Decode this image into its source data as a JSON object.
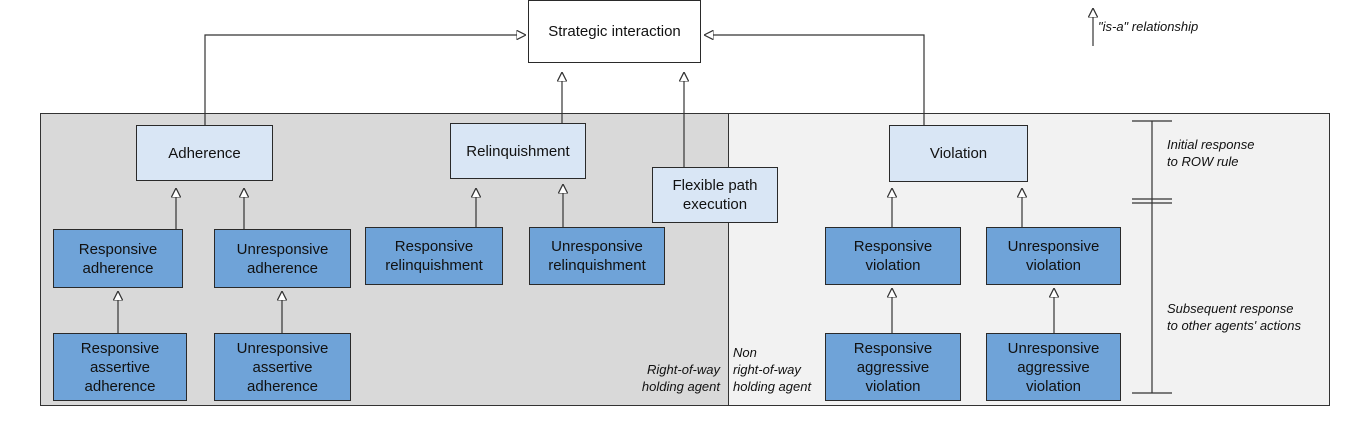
{
  "legend": {
    "label": "\"is-a\" relationship"
  },
  "nodes": {
    "strategic_interaction": "Strategic interaction",
    "adherence": "Adherence",
    "relinquishment": "Relinquishment",
    "flexible_path": "Flexible path\nexecution",
    "violation": "Violation",
    "responsive_adherence": "Responsive\nadherence",
    "unresponsive_adherence": "Unresponsive\nadherence",
    "responsive_relinquishment": "Responsive\nrelinquishment",
    "unresponsive_relinquishment": "Unresponsive\nrelinquishment",
    "responsive_violation": "Responsive\nviolation",
    "unresponsive_violation": "Unresponsive\nviolation",
    "responsive_assertive_adherence": "Responsive\nassertive\nadherence",
    "unresponsive_assertive_adherence": "Unresponsive\nassertive\nadherence",
    "responsive_aggressive_violation": "Responsive\naggressive\nviolation",
    "unresponsive_aggressive_violation": "Unresponsive\naggressive\nviolation"
  },
  "region_labels": {
    "row_holding": "Right-of-way\nholding agent",
    "non_row_holding": "Non\nright-of-way\nholding agent"
  },
  "scale_labels": {
    "initial": "Initial response\nto ROW rule",
    "subsequent": "Subsequent  response\nto other agents' actions"
  },
  "colors": {
    "left_region": "#d9d9d9",
    "right_region": "#f2f2f2",
    "light_box": "#d9e6f5",
    "dark_box": "#6fa3d8"
  }
}
